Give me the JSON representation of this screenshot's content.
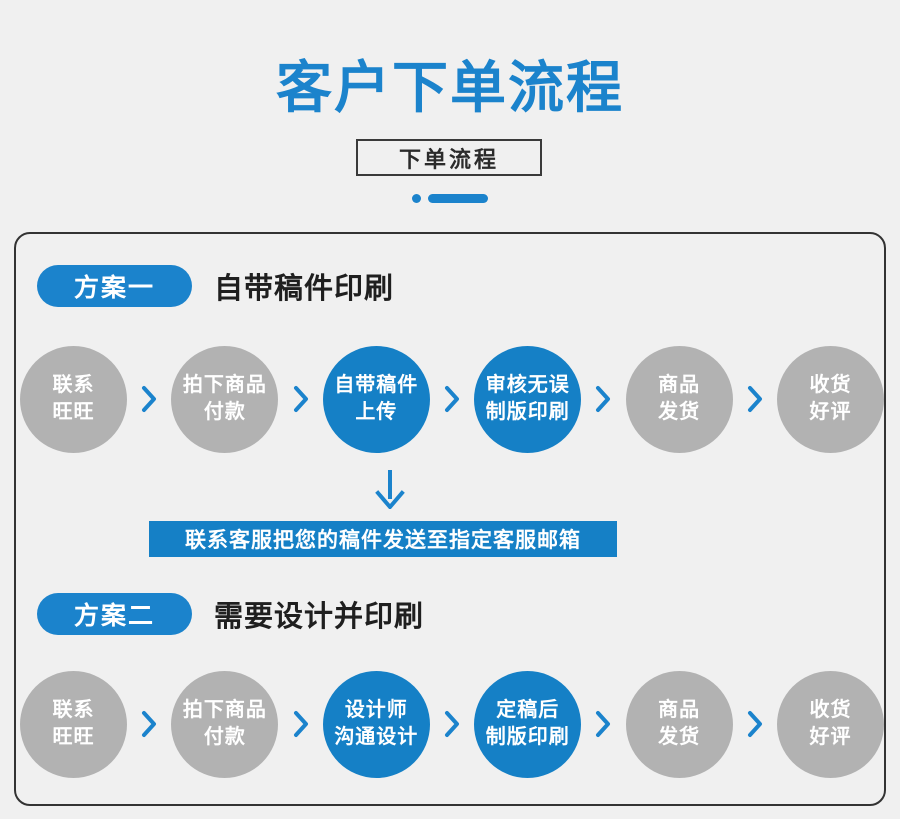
{
  "theme": {
    "background": "#f0f0f0",
    "accent_blue": "#1b83cc",
    "node_blue": "#1580c6",
    "node_gray": "#b2b2b2",
    "border_dark": "#333333",
    "text_dark": "#1f1f1f",
    "text_white": "#ffffff"
  },
  "header": {
    "main_title": "客户下单流程",
    "subtitle": "下单流程"
  },
  "plans": [
    {
      "badge": "方案一",
      "title": "自带稿件印刷",
      "steps": [
        {
          "lines": [
            "联系",
            "旺旺"
          ],
          "highlight": false
        },
        {
          "lines": [
            "拍下商品",
            "付款"
          ],
          "highlight": false
        },
        {
          "lines": [
            "自带稿件",
            "上传"
          ],
          "highlight": true
        },
        {
          "lines": [
            "审核无误",
            "制版印刷"
          ],
          "highlight": true
        },
        {
          "lines": [
            "商品",
            "发货"
          ],
          "highlight": false
        },
        {
          "lines": [
            "收货",
            "好评"
          ],
          "highlight": false
        }
      ]
    },
    {
      "badge": "方案二",
      "title": "需要设计并印刷",
      "steps": [
        {
          "lines": [
            "联系",
            "旺旺"
          ],
          "highlight": false
        },
        {
          "lines": [
            "拍下商品",
            "付款"
          ],
          "highlight": false
        },
        {
          "lines": [
            "设计师",
            "沟通设计"
          ],
          "highlight": true
        },
        {
          "lines": [
            "定稿后",
            "制版印刷"
          ],
          "highlight": true
        },
        {
          "lines": [
            "商品",
            "发货"
          ],
          "highlight": false
        },
        {
          "lines": [
            "收货",
            "好评"
          ],
          "highlight": false
        }
      ]
    }
  ],
  "email_note": "联系客服把您的稿件发送至指定客服邮箱",
  "icons": {
    "chevron": "chevron-right-icon",
    "down_arrow": "arrow-down-icon",
    "deco_dot": "decor-dot-icon",
    "deco_bar": "decor-bar-icon"
  }
}
